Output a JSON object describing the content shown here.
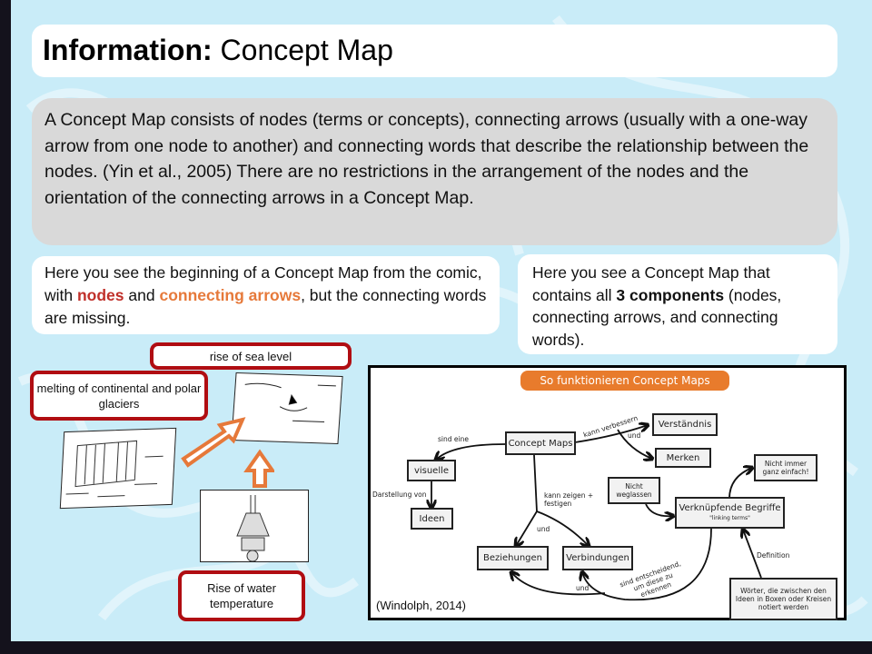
{
  "title": {
    "bold": "Information:",
    "rest": " Concept Map"
  },
  "intro": "A Concept Map consists of nodes (terms or concepts), connecting arrows (usually with a one-way arrow from one node to another) and connecting words that describe the relationship between the nodes. (Yin et al., 2005) There are no restrictions in the arrangement of the nodes and the orientation of the connecting arrows in a Concept Map.",
  "left_text": {
    "a": "Here you see the beginning of a Concept Map from the comic, with ",
    "nodes": "nodes",
    "b": " and ",
    "arrows": "connecting arrows",
    "c": ", but the connecting words are missing."
  },
  "right_text": {
    "a": "Here you see a Concept Map that contains all ",
    "bold": "3 components",
    "b": " (nodes, connecting arrows, and connecting words)."
  },
  "comic": {
    "sea": "rise of sea level",
    "glaciers": "melting of continental and polar glaciers",
    "water": "Rise of water temperature"
  },
  "cmap": {
    "title": "So funktionieren Concept Maps",
    "nodes": {
      "cm": "Concept Maps",
      "verst": "Verständnis",
      "merken": "Merken",
      "visuelle": "visuelle",
      "ideen": "Ideen",
      "nicht_weg": "Nicht weglassen",
      "nicht_immer": "Nicht immer ganz einfach!",
      "verk": "Verknüpfende Begriffe",
      "linking": "\"linking terms\"",
      "bez": "Beziehungen",
      "verb": "Verbindungen",
      "woerter": "Wörter, die zwischen den Ideen in Boxen oder Kreisen notiert werden"
    },
    "links": {
      "sind_eine": "sind eine",
      "kann_verb": "kann verbessern",
      "und1": "und",
      "darst": "Darstellung von",
      "kann_zeigen": "kann zeigen + festigen",
      "und2": "und",
      "definition": "Definition",
      "und3": "und",
      "sind_ent": "sind entscheidend, um diese zu erkennen"
    },
    "citation": "(Windolph, 2014)"
  },
  "colors": {
    "accent_red": "#b00d12",
    "arrow_orange": "#e6793a",
    "bg": "#c9ecf8"
  }
}
